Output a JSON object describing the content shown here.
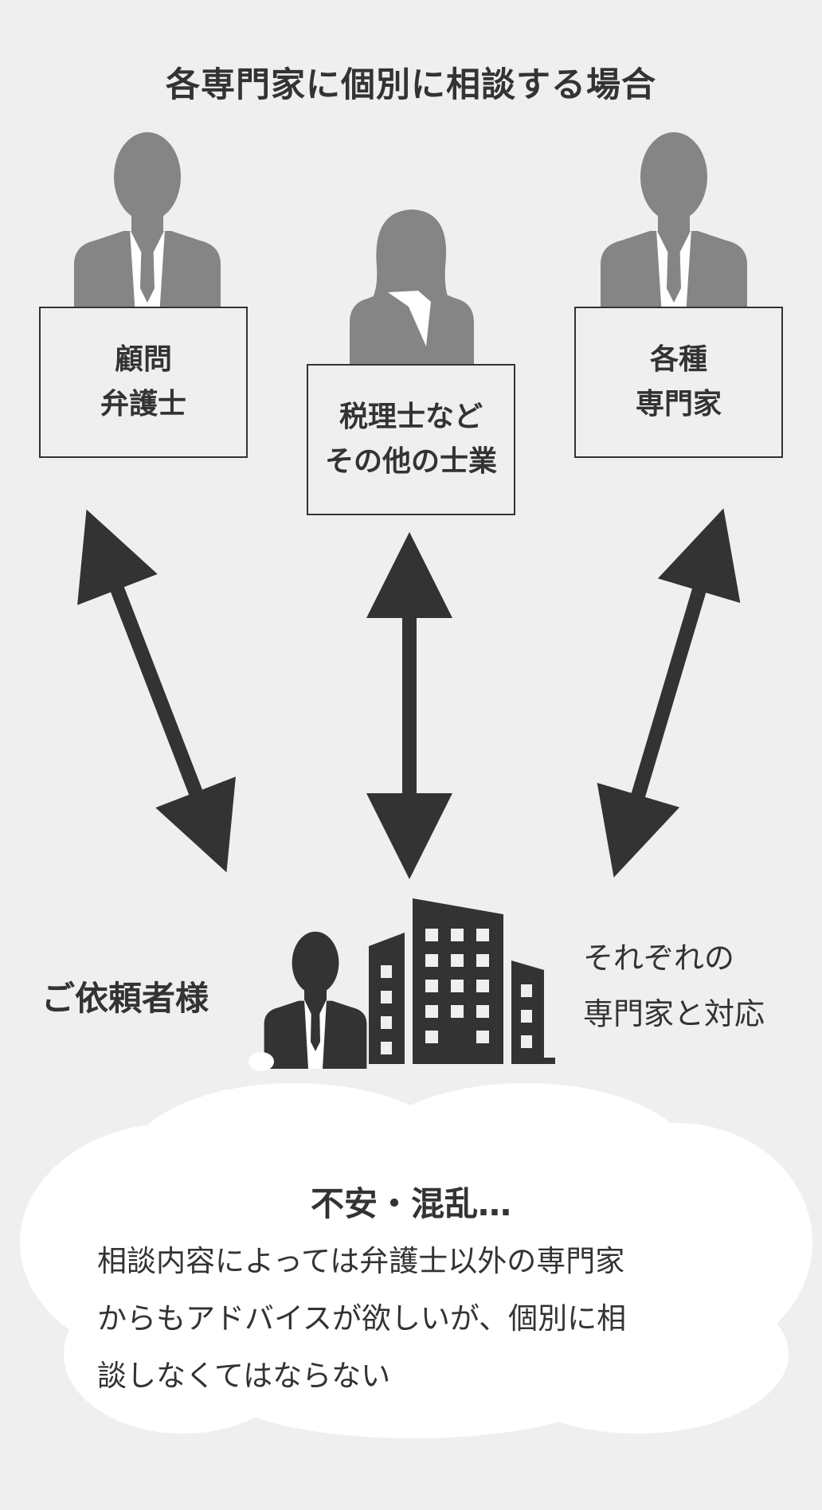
{
  "title": "各専門家に個別に相談する場合",
  "experts": [
    {
      "line1": "顧問",
      "line2": "弁護士",
      "figure": "man-silhouette-icon"
    },
    {
      "line1": "税理士など",
      "line2": "その他の士業",
      "figure": "woman-silhouette-icon"
    },
    {
      "line1": "各種",
      "line2": "専門家",
      "figure": "man-silhouette-icon"
    }
  ],
  "client": {
    "label": "ご依頼者様",
    "icons": [
      "businessman-icon",
      "building-icon"
    ]
  },
  "note": {
    "line1": "それぞれの",
    "line2": "専門家と対応"
  },
  "bubble": {
    "title": "不安・混乱…",
    "line1": "相談内容によっては弁護士以外の専門家",
    "line2": "からもアドバイスが欲しいが、個別に相",
    "line3": "談しなくてはならない"
  },
  "colors": {
    "background": "#efefef",
    "text": "#333333",
    "silhouette_gray": "#858585",
    "dark": "#333333",
    "bubble": "#ffffff"
  }
}
